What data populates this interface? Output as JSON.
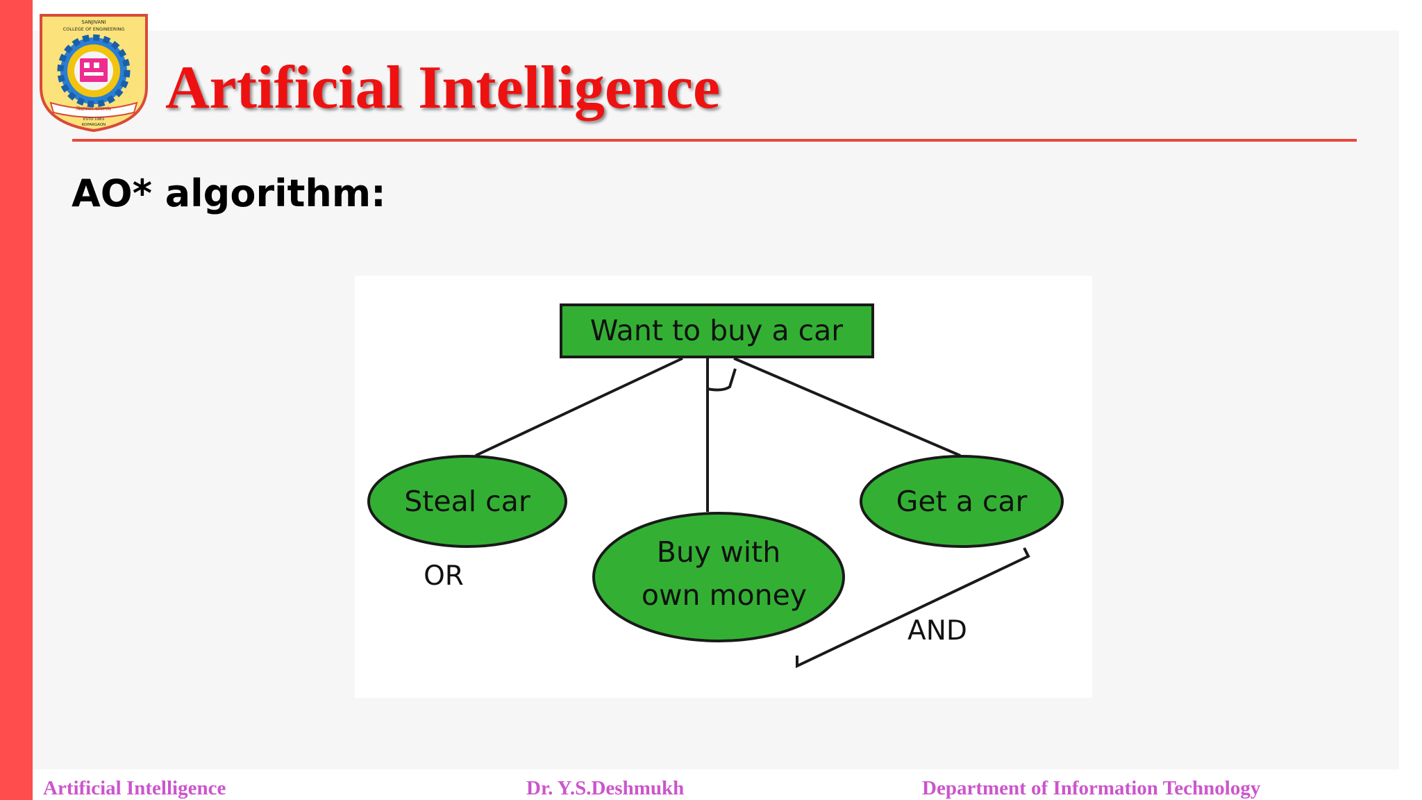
{
  "header": {
    "title": "Artificial Intelligence",
    "logo": {
      "top_text_1": "SANJIVANI",
      "top_text_2": "COLLEGE OF ENGINEERING",
      "banner_text": "विद्यावर्धन कोपरगांव",
      "estd_text": "ESTD 1983",
      "city_text": "KOPARGAON"
    }
  },
  "content": {
    "heading": "AO* algorithm:"
  },
  "diagram": {
    "root": "Want to buy a car",
    "nodes": {
      "steal": "Steal car",
      "buy_line1": "Buy with",
      "buy_line2": "own money",
      "get": "Get a car"
    },
    "labels": {
      "or": "OR",
      "and": "AND"
    },
    "colors": {
      "node_fill": "#33b033",
      "stroke": "#1a1a1a"
    }
  },
  "footer": {
    "left": "Artificial Intelligence",
    "center": "Dr. Y.S.Deshmukh",
    "right": "Department of Information Technology"
  },
  "theme": {
    "accent_red": "#ff4d4d",
    "title_red": "#ee1111",
    "footer_magenta": "#cc55cc"
  }
}
